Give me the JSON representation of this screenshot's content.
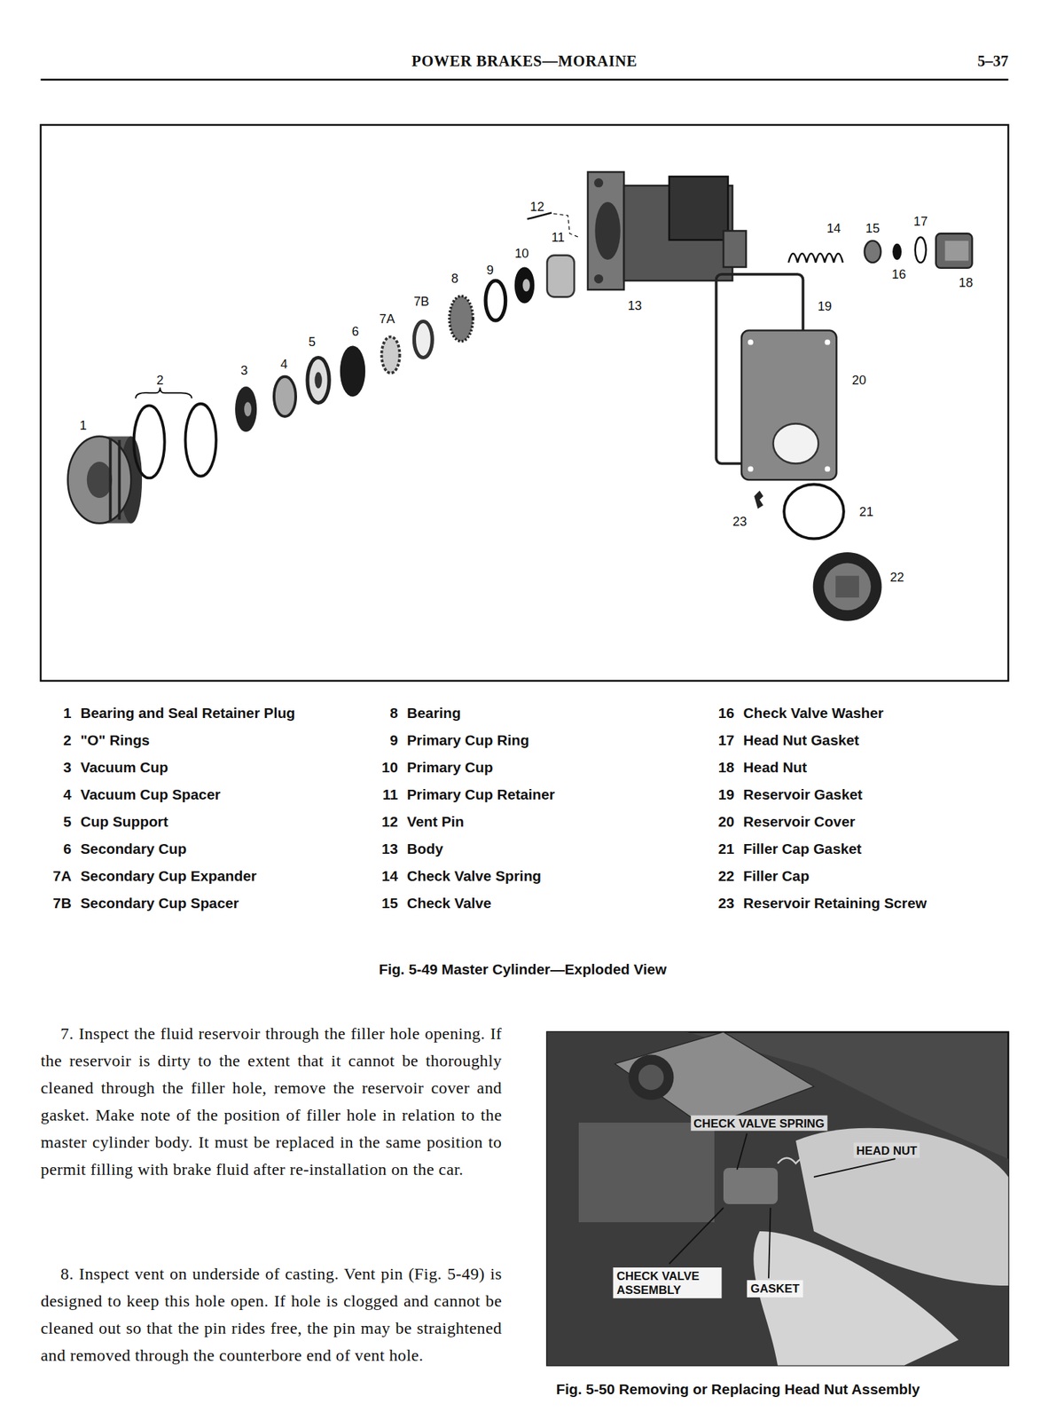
{
  "diagram": {
    "title": "POWER BRAKES—MORAINE",
    "caption": "Fig. 5-49 Master Cylinder—Exploded View",
    "labels": [
      "5–37",
      "12",
      "11",
      "10",
      "9",
      "8",
      "7B",
      "7A",
      "6",
      "5",
      "4",
      "3",
      "2",
      "1",
      "13",
      "14",
      "15",
      "17",
      "16",
      "18",
      "19",
      "20",
      "23",
      "21",
      "22",
      "1",
      "Bearing and Seal Retainer Plug",
      "2",
      "\"O\" Rings",
      "3",
      "Vacuum Cup",
      "4",
      "Vacuum Cup Spacer",
      "5",
      "Cup Support",
      "6",
      "Secondary Cup",
      "7A",
      "Secondary Cup Expander",
      "7B",
      "Secondary Cup Spacer",
      "8",
      "Bearing",
      "9",
      "Primary Cup Ring",
      "10",
      "Primary Cup",
      "11",
      "Primary Cup Retainer",
      "12",
      "Vent Pin",
      "13",
      "Body",
      "14",
      "Check Valve Spring",
      "15",
      "Check Valve",
      "16",
      "Check Valve Washer",
      "17",
      "Head Nut Gasket",
      "18",
      "Head Nut",
      "19",
      "Reservoir Gasket",
      "20",
      "Reservoir Cover",
      "21",
      "Filler Cap Gasket",
      "22",
      "Filler Cap",
      "23",
      "Reservoir Retaining Screw",
      "7. Inspect the fluid reservoir through the filler hole opening. If the reservoir is dirty to the extent that it cannot be thoroughly cleaned through the filler hole, remove the reservoir cover and gasket. Make note of the position of filler hole in relation to the master cylinder body. It must be replaced in the same position to permit filling with brake fluid after re-installation on the car.",
      "8. Inspect vent on underside of casting. Vent pin (Fig. 5-49) is designed to keep this hole open. If hole is clogged and cannot be cleaned out so that the pin rides free, the pin may be straightened and removed through the counterbore end of vent hole.",
      "CHECK VALVE SPRING",
      "HEAD NUT",
      "CHECK VALVE ASSEMBLY",
      "GASKET",
      "Fig. 5-50 Removing or Replacing Head Nut Assembly"
    ]
  }
}
